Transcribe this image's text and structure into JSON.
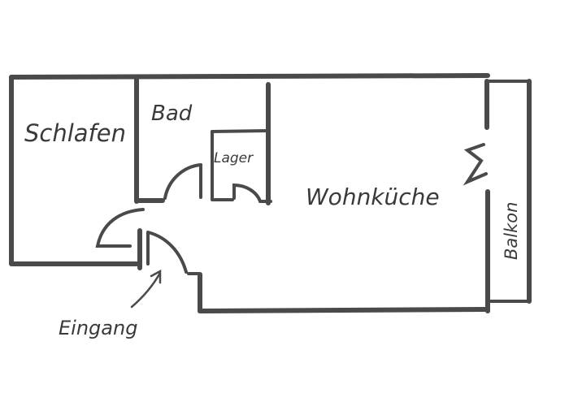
{
  "rooms": {
    "schlafen": "Schlafen",
    "bad": "Bad",
    "lager": "Lager",
    "wohnkueche": "Wohnküche",
    "balkon": "Balkon",
    "eingang": "Eingang"
  },
  "colors": {
    "stroke": "#4a4a4a",
    "text": "#3a3a3a",
    "background": "#ffffff"
  }
}
